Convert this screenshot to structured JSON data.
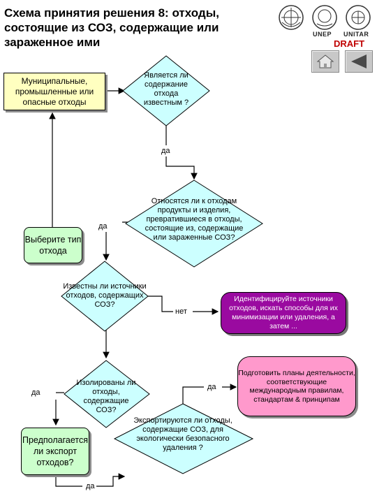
{
  "header": {
    "title": "Схема принятия решения 8: отходы, состоящие из СОЗ, содержащие или зараженное ими",
    "logo_captions": [
      "UNEP",
      "UNITAR"
    ],
    "draft": "DRAFT"
  },
  "nav": {
    "home_icon": "home-icon",
    "back_icon": "back-arrow-icon"
  },
  "nodes": {
    "municipal": "Муниципальные, промышленные или опасные отходы",
    "known_content": "Является ли содержание отхода известным ?",
    "products": "Относятся ли к отходам продукты и изделия, превратившиеся в отходы, состоящие из, содержащие или зараженные СОЗ?",
    "choose_type": "Выберите тип отхода",
    "sources_known": "Известны ли источники отходов, содержащих СОЗ?",
    "identify_sources": "Идентифицируйте источники отходов, искать способы для их минимизации или удаления, а затем ...",
    "isolated": "Изолированы ли отходы, содержащие СОЗ?",
    "prepare_plans": "Подготовить планы деятельности, соответствующие международным правилам, стандартам & принципам",
    "exported": "Экспортируются ли отходы, содержащие СОЗ, для экологически безопасного удаления ?",
    "export_planned": "Предполагается ли экспорт отходов?"
  },
  "labels": {
    "da1": "да",
    "da2": "да",
    "net": "нет",
    "da3": "да",
    "da4": "да",
    "da5": "да"
  },
  "colors": {
    "yellow": "#ffffc0",
    "green": "#ccffcc",
    "pink": "#ff99cc",
    "purple": "#9a0aa0",
    "draft": "#c00000"
  }
}
